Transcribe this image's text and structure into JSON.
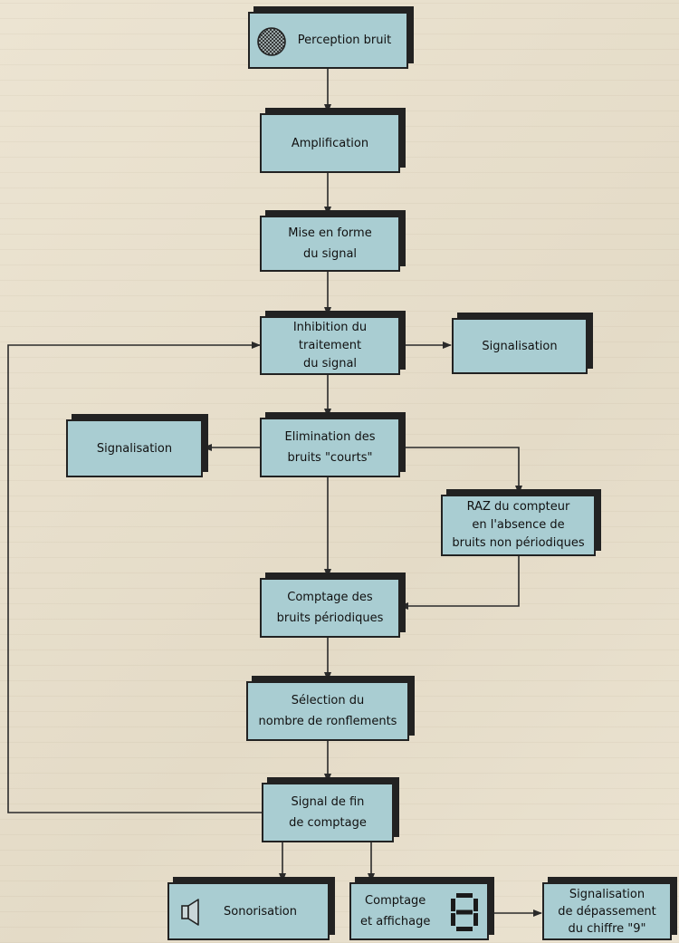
{
  "nodes": {
    "perception": "Perception bruit",
    "amplification": "Amplification",
    "mise_en_forme_1": "Mise en forme",
    "mise_en_forme_2": "du signal",
    "inhibition_1": "Inhibition du",
    "inhibition_2": "traitement",
    "inhibition_3": "du signal",
    "signalisation_right": "Signalisation",
    "elimination_1": "Elimination des",
    "elimination_2": "bruits \"courts\"",
    "signalisation_left": "Signalisation",
    "raz_1": "RAZ du compteur",
    "raz_2": "en l'absence de",
    "raz_3": "bruits non périodiques",
    "comptage_1": "Comptage des",
    "comptage_2": "bruits périodiques",
    "selection_1": "Sélection du",
    "selection_2": "nombre de ronflements",
    "fin_1": "Signal de fin",
    "fin_2": "de comptage",
    "sonorisation": "Sonorisation",
    "affichage_1": "Comptage",
    "affichage_2": "et affichage",
    "depassement_1": "Signalisation",
    "depassement_2": "de dépassement",
    "depassement_3": "du chiffre \"9\""
  },
  "icons": {
    "perception": "microphone-grille-icon",
    "sonorisation": "speaker-icon",
    "affichage": "seven-segment-digit-icon"
  },
  "colors": {
    "box_fill": "#a9cdd2",
    "box_shadow": "#222222",
    "line": "#2a2a2a",
    "paper": "#e9e1cf"
  }
}
